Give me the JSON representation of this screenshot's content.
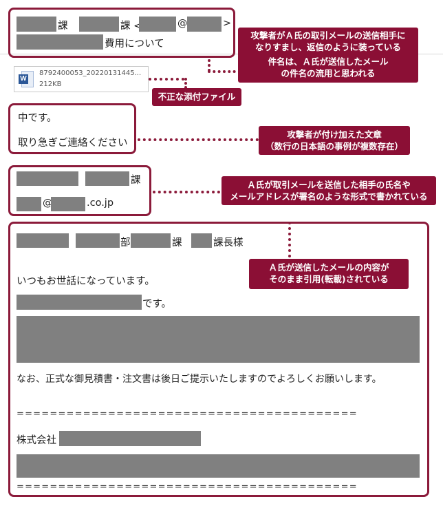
{
  "header": {
    "dept_suffix_1": "課",
    "dept_suffix_2": "課 <",
    "at": "@",
    "close_bracket": ">",
    "subject_suffix": "費用について"
  },
  "attachment": {
    "filename": "8792400053_20220131445...",
    "size": "212KB",
    "icon_label": "W"
  },
  "intro": {
    "line1": "中です。",
    "line2": "取り急ぎご連絡ください"
  },
  "signature": {
    "dept_suffix": "課",
    "at": "@",
    "domain": ".co.jp"
  },
  "quoted": {
    "bu": "部",
    "ka": "課",
    "title": "課長様",
    "greeting": "いつもお世話になっています。",
    "desu": "です。",
    "notice": "なお、正式な御見積書・注文書は後日ご提示いたしますのでよろしくお願いします。",
    "separator": "=========================================",
    "company_prefix": "株式会社"
  },
  "callouts": {
    "c1": [
      "攻撃者がＡ氏の取引メールの送信相手に",
      "なりすまし、返信のように装っている",
      "件名は、Ａ氏が送信したメール",
      "の件名の流用と思われる"
    ],
    "c2": "不正な添付ファイル",
    "c3": [
      "攻撃者が付け加えた文章",
      "（数行の日本語の事例が複数存在）"
    ],
    "c4": [
      "Ａ氏が取引メールを送信した相手の氏名や",
      "メールアドレスが署名のような形式で書かれている"
    ],
    "c5": [
      "Ａ氏が送信したメールの内容が",
      "そのまま引用(転載)されている"
    ]
  },
  "colors": {
    "accent": "#8b0f35",
    "redaction": "#808080",
    "word_blue": "#2b5797"
  }
}
